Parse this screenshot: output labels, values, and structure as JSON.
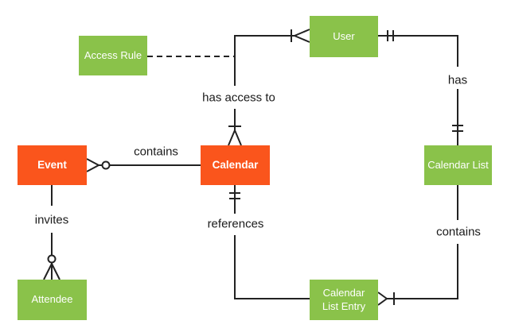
{
  "diagram": {
    "type": "entity-relationship",
    "notation": "crows-foot",
    "colors": {
      "entity_green": "#8ac24a",
      "entity_orange": "#fa551c",
      "entity_text": "#ffffff",
      "line": "#222222",
      "label_text": "#1a1a1a",
      "background": "#ffffff"
    },
    "entities": [
      {
        "id": "access-rule",
        "label": "Access Rule",
        "color": "green",
        "emphasis": "normal"
      },
      {
        "id": "user",
        "label": "User",
        "color": "green",
        "emphasis": "normal"
      },
      {
        "id": "event",
        "label": "Event",
        "color": "orange",
        "emphasis": "bold"
      },
      {
        "id": "calendar",
        "label": "Calendar",
        "color": "orange",
        "emphasis": "bold"
      },
      {
        "id": "calendar-list",
        "label": "Calendar List",
        "color": "green",
        "emphasis": "normal"
      },
      {
        "id": "attendee",
        "label": "Attendee",
        "color": "green",
        "emphasis": "normal"
      },
      {
        "id": "calendar-list-entry",
        "label": "Calendar List Entry",
        "color": "green",
        "emphasis": "normal"
      }
    ],
    "relationships": [
      {
        "id": "user-has-access-to-calendar",
        "label": "has access to",
        "from": "User",
        "to": "Calendar",
        "from_cardinality": "one-or-many",
        "to_cardinality": "one-or-many",
        "line": "solid"
      },
      {
        "id": "access-rule-attachment",
        "label": "",
        "from": "Access Rule",
        "to": "has access to",
        "from_cardinality": "none",
        "to_cardinality": "none",
        "line": "dashed"
      },
      {
        "id": "user-has-calendar-list",
        "label": "has",
        "from": "User",
        "to": "Calendar List",
        "from_cardinality": "exactly-one",
        "to_cardinality": "exactly-one",
        "line": "solid"
      },
      {
        "id": "calendar-list-contains",
        "label": "contains",
        "from": "Calendar List",
        "to": "Calendar List Entry",
        "from_cardinality": "none",
        "to_cardinality": "one-or-many",
        "line": "solid"
      },
      {
        "id": "calendar-references",
        "label": "references",
        "from": "Calendar",
        "to": "Calendar List Entry",
        "from_cardinality": "exactly-one",
        "to_cardinality": "none",
        "line": "solid"
      },
      {
        "id": "event-contains-calendar",
        "label": "contains",
        "from": "Event",
        "to": "Calendar",
        "from_cardinality": "zero-or-many",
        "to_cardinality": "none",
        "line": "solid"
      },
      {
        "id": "event-invites-attendee",
        "label": "invites",
        "from": "Event",
        "to": "Attendee",
        "from_cardinality": "none",
        "to_cardinality": "zero-or-many",
        "line": "solid"
      }
    ]
  }
}
